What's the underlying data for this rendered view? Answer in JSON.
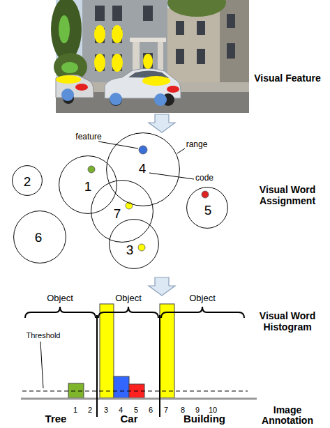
{
  "diagram": {
    "nodes": [
      {
        "text": [
          "4"
        ]
      },
      {
        "text": [
          "2"
        ]
      },
      {
        "text": [
          "1"
        ]
      },
      {
        "text": [
          "7"
        ]
      },
      {
        "text": [
          "5"
        ]
      },
      {
        "text": [
          "6"
        ]
      },
      {
        "text": [
          "3"
        ]
      }
    ],
    "labels": [
      "Visual Feature",
      "feature",
      "range",
      "code",
      "Visual Word Assignment",
      "Object",
      "Object",
      "Object",
      "Visual Word Histogram",
      "Threshold",
      "1",
      "2",
      "3",
      "4",
      "5",
      "6",
      "7",
      "8",
      "9",
      "10",
      "Tree",
      "Car",
      "Building",
      "Image Annotation"
    ]
  }
}
